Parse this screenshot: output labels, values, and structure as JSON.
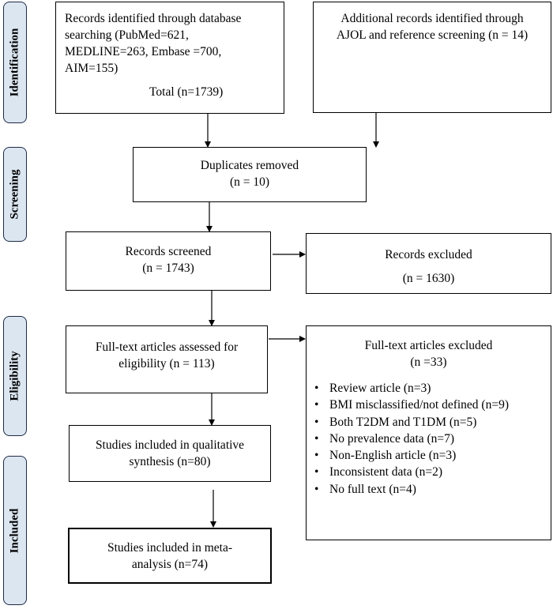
{
  "stages": {
    "identification": "Identification",
    "screening": "Screening",
    "eligibility": "Eligibility",
    "included": "Included"
  },
  "boxes": {
    "database_search": {
      "lines": [
        "Records identified through database",
        "searching (PubMed=621,",
        "MEDLINE=263, Embase =700,",
        "AIM=155)"
      ],
      "total": "Total (n=1739)"
    },
    "additional_records": {
      "lines": [
        "Additional records identified through",
        "AJOL and reference screening (n = 14)"
      ]
    },
    "duplicates_removed": {
      "line1": "Duplicates removed",
      "line2": "(n = 10)"
    },
    "records_screened": {
      "line1": "Records screened",
      "line2": "(n = 1743)"
    },
    "records_excluded": {
      "line1": "Records excluded",
      "line2": "(n = 1630)"
    },
    "fulltext_assessed": {
      "line1": "Full-text articles assessed for",
      "line2": "eligibility (n = 113)"
    },
    "fulltext_excluded": {
      "line1": "Full-text articles excluded",
      "line2": "(n =33)",
      "reasons": [
        "Review article (n=3)",
        "BMI misclassified/not defined (n=9)",
        "Both T2DM and T1DM (n=5)",
        "No prevalence data (n=7)",
        "Non-English article (n=3)",
        "Inconsistent data (n=2)",
        "No full text (n=4)"
      ]
    },
    "qualitative": {
      "line1": "Studies included in qualitative",
      "line2": "synthesis (n=80)"
    },
    "meta_analysis": {
      "line1": "Studies included in meta-",
      "line2": "analysis (n=74)"
    }
  }
}
